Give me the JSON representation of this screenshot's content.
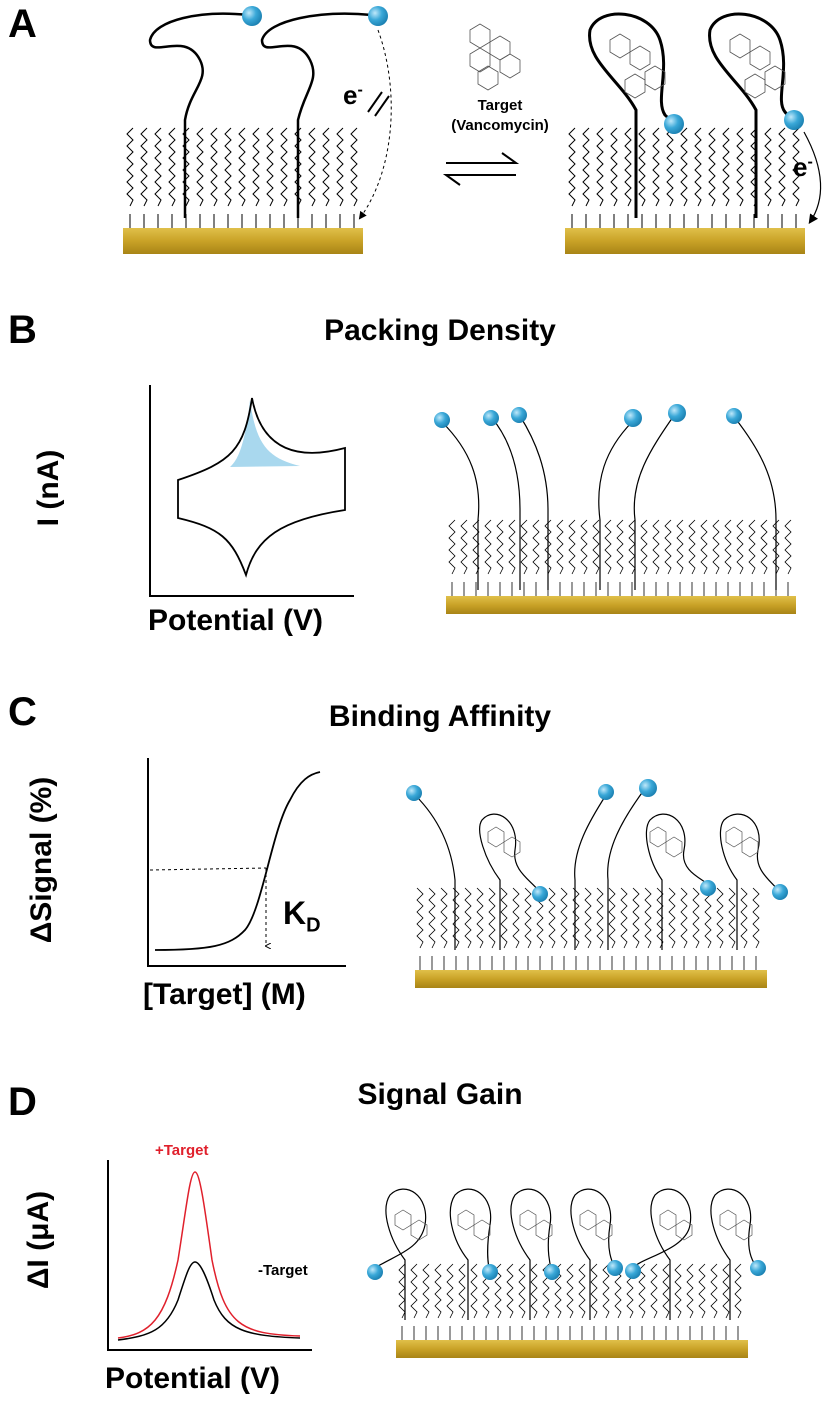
{
  "panels": {
    "A": {
      "letter": "A",
      "target_label": "Target",
      "target_name": "(Vancomycin)",
      "electron": "e",
      "electron_sup": "-"
    },
    "B": {
      "letter": "B",
      "title": "Packing Density",
      "ylabel": "I (nA)",
      "xlabel": "Potential (V)"
    },
    "C": {
      "letter": "C",
      "title": "Binding Affinity",
      "ylabel": "ΔSignal (%)",
      "xlabel": "[Target] (M)",
      "kd": "K",
      "kd_sub": "D"
    },
    "D": {
      "letter": "D",
      "title": "Signal Gain",
      "ylabel": "ΔI (μA)",
      "xlabel": "Potential (V)",
      "plus_target": "+Target",
      "minus_target": "-Target"
    }
  },
  "colors": {
    "gold": "#c9a227",
    "gold_dark": "#a88416",
    "redox": "#3aa8d8",
    "fill": "#a9d8ee",
    "plus_curve": "#e0202c"
  },
  "icons": [
    "gold-electrode",
    "redox-reporter-sphere",
    "vancomycin-molecule",
    "equilibrium-arrows"
  ]
}
